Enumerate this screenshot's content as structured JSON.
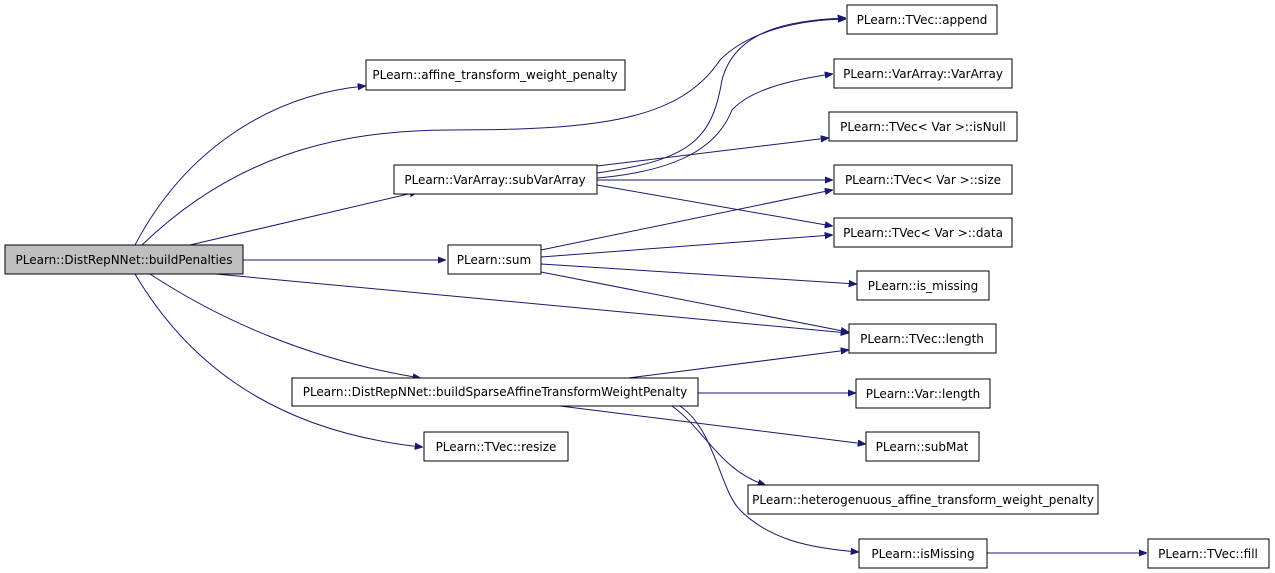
{
  "colors": {
    "edge": "#191970",
    "root_fill": "#bfbfbf",
    "node_fill": "#ffffff",
    "border": "#000000"
  },
  "nodes": {
    "root": "PLearn::DistRepNNet::buildPenalties",
    "affine": "PLearn::affine_transform_weight_penalty",
    "subvar": "PLearn::VarArray::subVarArray",
    "sum": "PLearn::sum",
    "sparse": "PLearn::DistRepNNet::buildSparseAffineTransformWeightPenalty",
    "resize": "PLearn::TVec::resize",
    "append": "PLearn::TVec::append",
    "vararray": "PLearn::VarArray::VarArray",
    "isnull": "PLearn::TVec< Var >::isNull",
    "size": "PLearn::TVec< Var >::size",
    "data": "PLearn::TVec< Var >::data",
    "is_missing": "PLearn::is_missing",
    "tlength": "PLearn::TVec::length",
    "vlength": "PLearn::Var::length",
    "submat": "PLearn::subMat",
    "hetero": "PLearn::heterogenuous_affine_transform_weight_penalty",
    "ismissing": "PLearn::isMissing",
    "fill": "PLearn::TVec::fill"
  }
}
